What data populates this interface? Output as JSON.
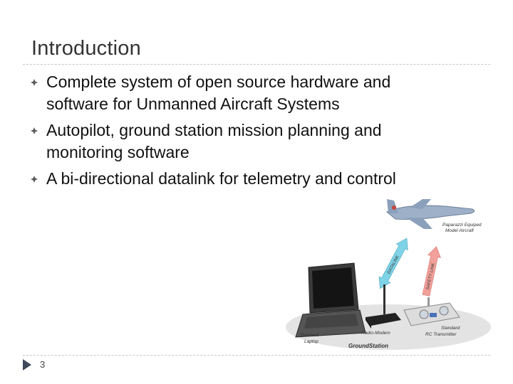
{
  "slide": {
    "title": "Introduction",
    "bullets": [
      "Complete system of open source hardware and software for Unmanned Aircraft Systems",
      "Autopilot, ground station mission planning and monitoring software",
      "A bi-directional datalink for telemetry and control"
    ],
    "page_number": "3"
  },
  "figure": {
    "aircraft_label_1": "Paparazzi Equiped",
    "aircraft_label_2": "Model Aircraft",
    "datalink_label": "DATALINK",
    "safety_label": "SAFETY LINK",
    "laptop_label_1": "Standard",
    "laptop_label_2": "Laptop",
    "modem_label": "Radio-Modem",
    "transmitter_label_1": "Standard",
    "transmitter_label_2": "RC Transmitter",
    "groundstation_label": "GroundStation"
  },
  "colors": {
    "title": "#333333",
    "bullet_icon": "#5a5a5a",
    "datalink_arrow": "#7fd3e6",
    "safety_arrow": "#f2a09a",
    "aircraft_body": "#9db0c8",
    "ground_oval": "#e3e3e3"
  },
  "icons": {
    "bullet": "diamond-cluster-icon",
    "page_marker": "triangle-right-icon"
  }
}
